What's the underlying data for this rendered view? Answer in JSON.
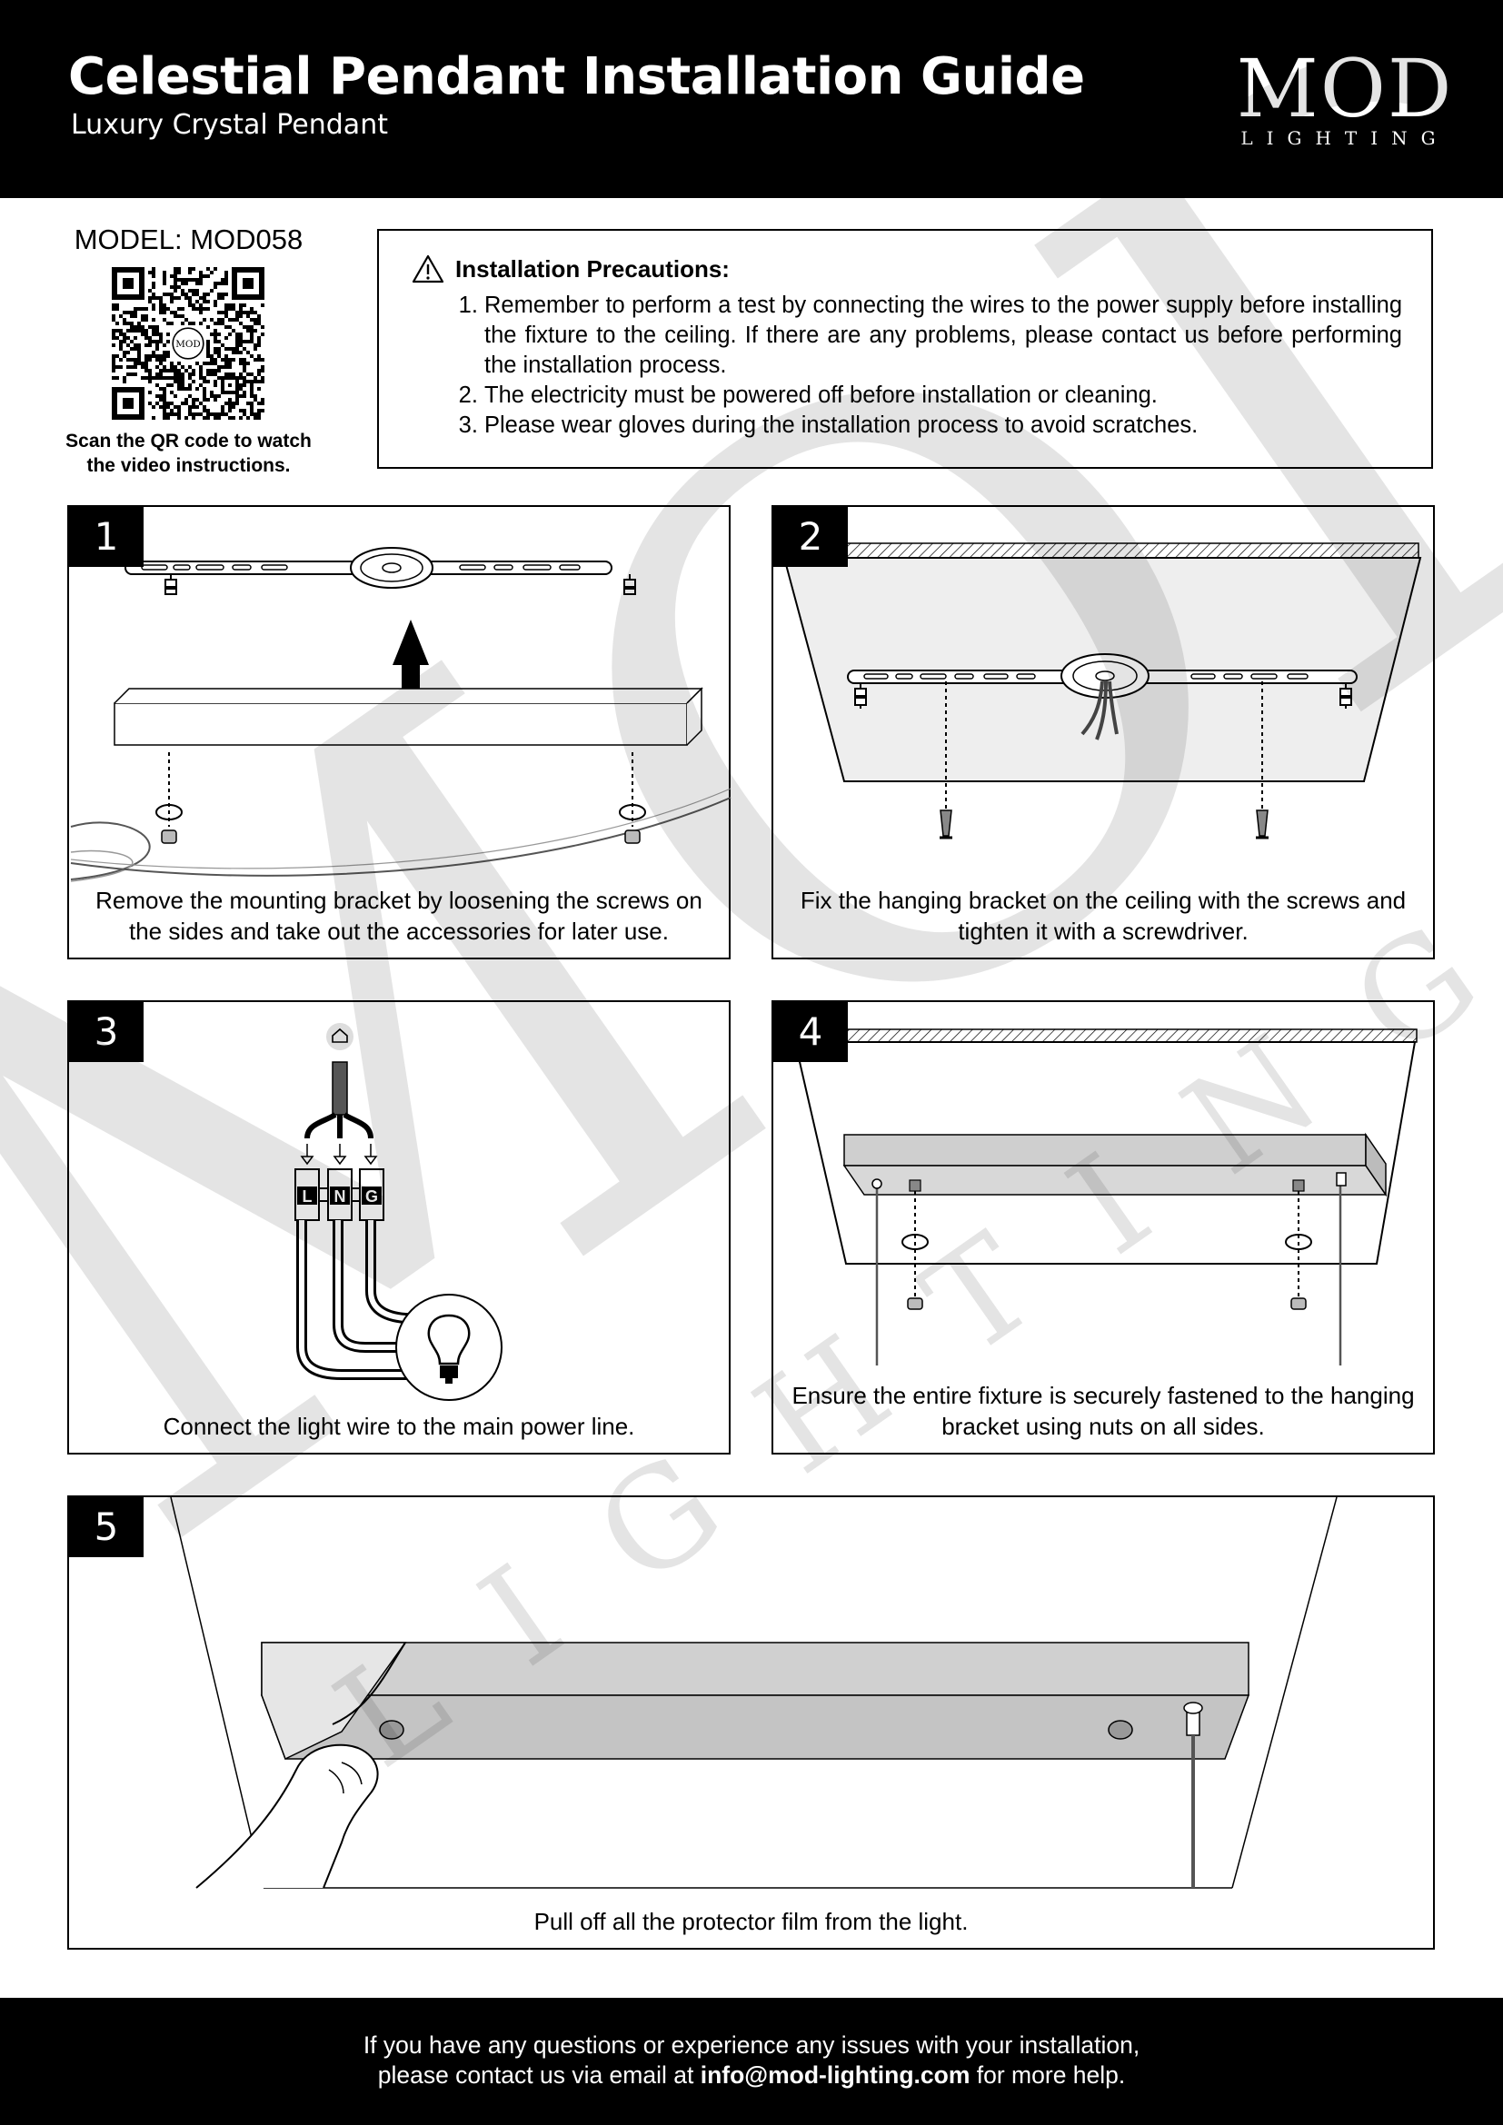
{
  "header": {
    "title": "Celestial Pendant Installation Guide",
    "subtitle": "Luxury Crystal Pendant",
    "logo_main": "MOD",
    "logo_sub": "LIGHTING"
  },
  "model": {
    "label": "MODEL: MOD058",
    "scan_line1": "Scan the QR code to watch",
    "scan_line2": "the video instructions."
  },
  "precautions": {
    "title": "Installation Precautions:",
    "items": [
      "Remember to perform a test by connecting the wires to the power supply before installing the fixture to the ceiling. If there are any problems, please contact us before performing the installation process.",
      "The electricity must be powered off before installation or cleaning.",
      "Please wear gloves during the installation process to avoid scratches."
    ]
  },
  "steps": [
    {
      "number": "1",
      "caption": "Remove the mounting bracket by loosening the screws on the sides and take out the accessories for later use."
    },
    {
      "number": "2",
      "caption": "Fix the hanging bracket on the ceiling with the screws and tighten it with a screwdriver."
    },
    {
      "number": "3",
      "caption": "Connect the light wire to the main power line."
    },
    {
      "number": "4",
      "caption": "Ensure the entire fixture is securely fastened to the hanging bracket using nuts on all sides."
    },
    {
      "number": "5",
      "caption": "Pull off all the protector film from the light."
    }
  ],
  "wiring": {
    "l": "L",
    "n": "N",
    "g": "G"
  },
  "footer": {
    "line1": "If you have any questions or experience any issues with your installation,",
    "line2_prefix": "please contact us via email at ",
    "email": "info@mod-lighting.com",
    "line2_suffix": " for more help."
  },
  "watermark": {
    "main": "MOD",
    "sub": "LIGHTING"
  }
}
